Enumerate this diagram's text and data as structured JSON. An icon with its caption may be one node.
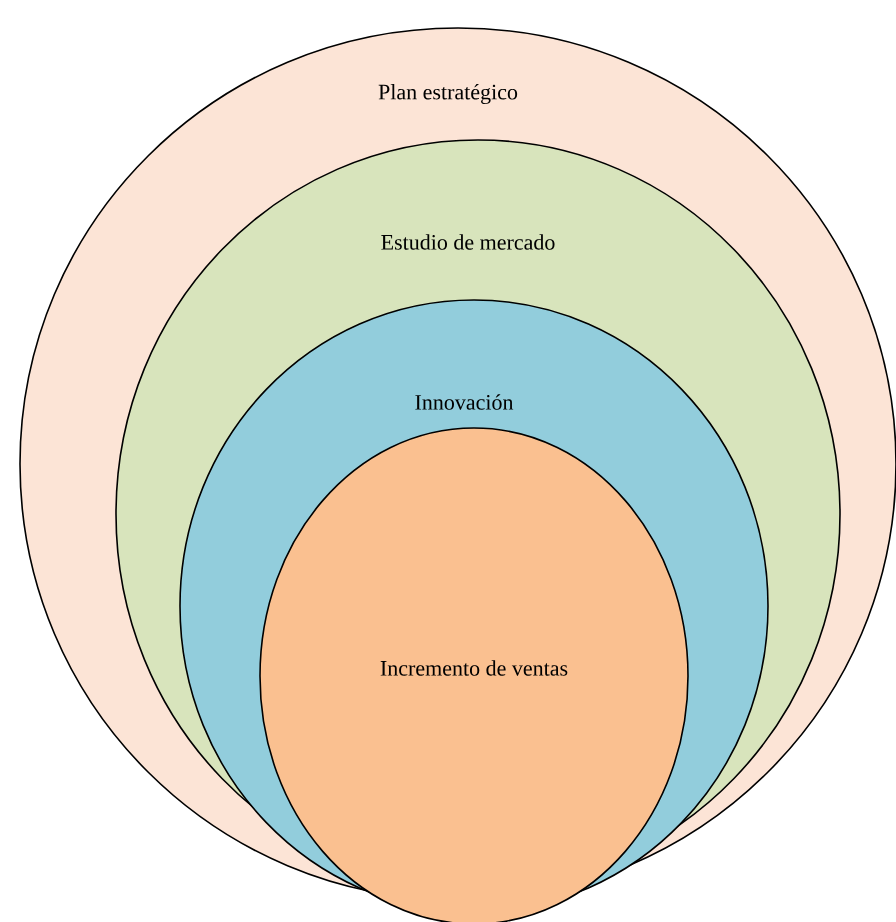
{
  "diagram": {
    "nodes": [
      {
        "text": [
          "Plan estratégico"
        ]
      },
      {
        "text": [
          "Estudio de mercado"
        ],
        "in": 0
      },
      {
        "text": [
          "Innovación"
        ],
        "in": 1
      },
      {
        "text": [
          "Incremento de ventas"
        ],
        "in": 2
      }
    ]
  }
}
